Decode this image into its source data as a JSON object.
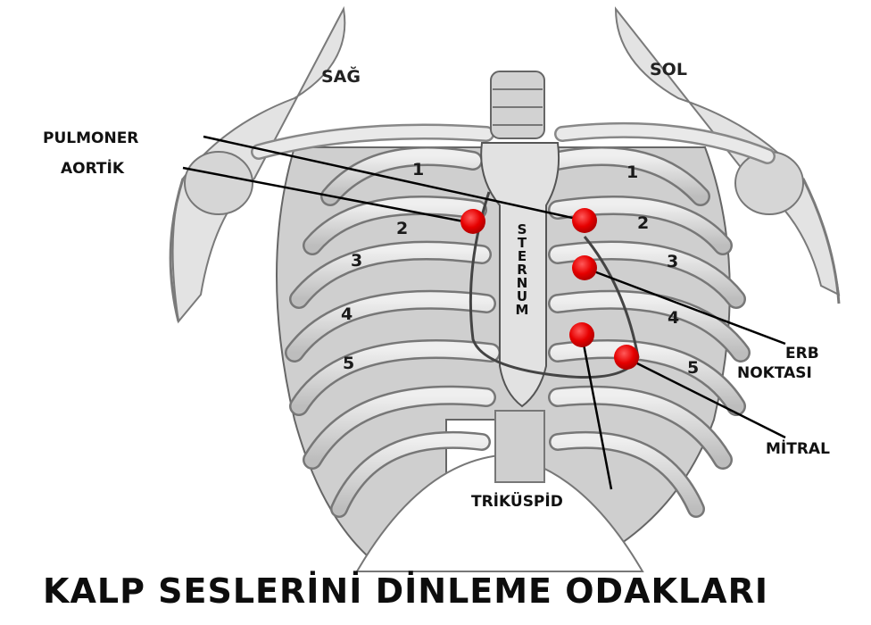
{
  "side_labels": {
    "right": "SAĞ",
    "left": "SOL"
  },
  "sternum_label": "STERNUM",
  "rib_numbers": {
    "right": [
      "1",
      "2",
      "3",
      "4",
      "5"
    ],
    "left": [
      "1",
      "2",
      "3",
      "4",
      "5"
    ]
  },
  "auscultation_points": {
    "pulmonary": "PULMONER",
    "aortic": "AORTİK",
    "erb": [
      "ERB",
      "NOKTASI"
    ],
    "mitral": "MİTRAL",
    "tricuspid": "TRİKÜSPİD"
  },
  "caption": "KALP SESLERİNİ DİNLEME ODAKLARI",
  "colors": {
    "marker": "#e60000",
    "bone": "#d9d9d9",
    "outline": "#555555"
  }
}
